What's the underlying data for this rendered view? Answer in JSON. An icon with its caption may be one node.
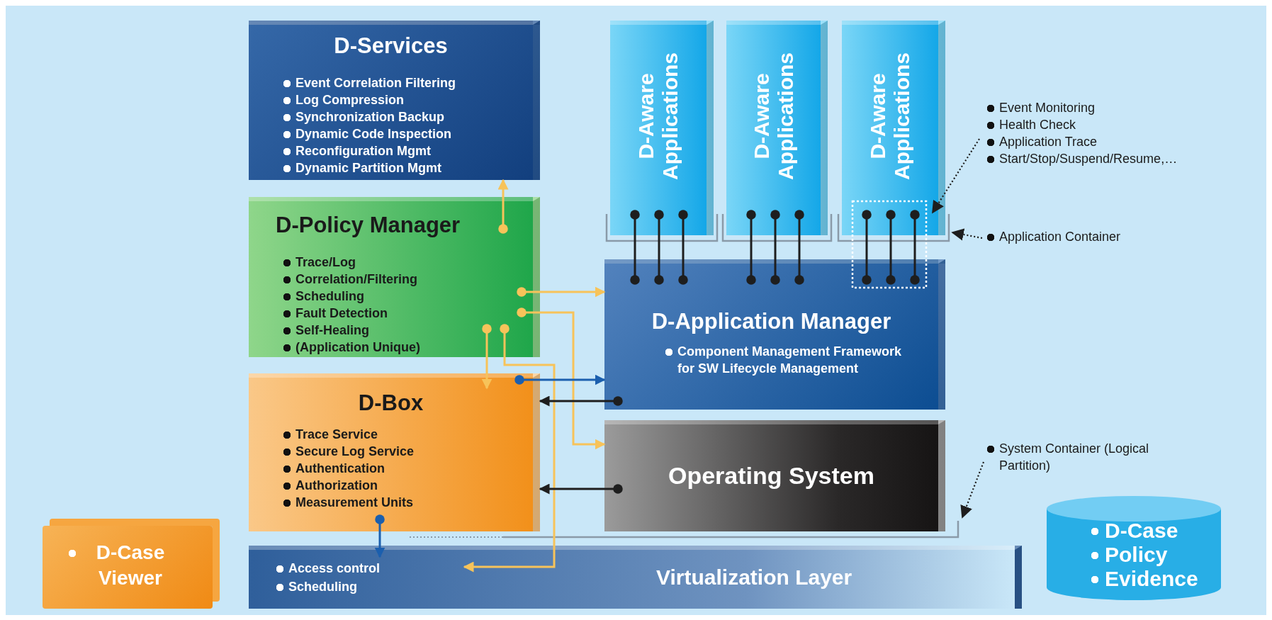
{
  "diagram": {
    "nodes": [
      {
        "text": [
          "D-Services",
          "Event Correlation Filtering",
          "Log Compression",
          "Synchronization Backup",
          "Dynamic Code Inspection",
          "Reconfiguration Mgmt",
          "Dynamic Partition Mgmt"
        ]
      },
      {
        "text": [
          "D-Policy Manager",
          "Trace/Log",
          "Correlation/Filtering",
          "Scheduling",
          "Fault Detection",
          "Self-Healing",
          "(Application Unique)"
        ]
      },
      {
        "text": [
          "D-Box",
          "Trace Service",
          "Secure Log Service",
          "Authentication",
          "Authorization",
          "Measurement Units"
        ]
      },
      {
        "text": [
          "D-Aware Applications"
        ]
      },
      {
        "text": [
          "D-Aware Applications"
        ]
      },
      {
        "text": [
          "D-Aware Applications"
        ]
      },
      {
        "text": [
          "D-Application Manager",
          "Component Management Framework for SW Lifecycle Management"
        ]
      },
      {
        "text": [
          "Operating System"
        ]
      },
      {
        "text": [
          "Virtualization Layer",
          "Access control",
          "Scheduling"
        ]
      },
      {
        "text": [
          "D-Case Viewer"
        ]
      },
      {
        "text": [
          "D-Case",
          "Policy",
          "Evidence"
        ]
      },
      {
        "text": [
          "Event Monitoring",
          "Health Check",
          "Application Trace",
          "Start/Stop/Suspend/Resume,…"
        ]
      },
      {
        "text": [
          "Application Container"
        ]
      },
      {
        "text": [
          "System Container (Logical Partition)"
        ]
      }
    ],
    "edges": [
      {
        "from": 1,
        "to": 0,
        "arrow": "to",
        "color": "#f7c35a"
      },
      {
        "from": 1,
        "to": 6,
        "arrow": "to",
        "color": "#f7c35a"
      },
      {
        "from": 1,
        "to": 7,
        "arrow": "to",
        "color": "#f7c35a"
      },
      {
        "from": 1,
        "to": 2,
        "arrow": "to",
        "color": "#f7c35a"
      },
      {
        "from": 1,
        "to": 8,
        "arrow": "to",
        "color": "#f7c35a"
      },
      {
        "from": 2,
        "to": 6,
        "arrow": "to",
        "color": "#1b5fae"
      },
      {
        "from": 6,
        "to": 2,
        "arrow": "to"
      },
      {
        "from": 7,
        "to": 2,
        "arrow": "to"
      },
      {
        "from": 2,
        "to": 8,
        "arrow": "to",
        "color": "#1b5fae"
      },
      {
        "from": 3,
        "to": 6,
        "arrow": "other"
      },
      {
        "from": 3,
        "to": 6,
        "arrow": "other"
      },
      {
        "from": 3,
        "to": 6,
        "arrow": "other"
      },
      {
        "from": 4,
        "to": 6,
        "arrow": "other"
      },
      {
        "from": 4,
        "to": 6,
        "arrow": "other"
      },
      {
        "from": 4,
        "to": 6,
        "arrow": "other"
      },
      {
        "from": 5,
        "to": 6,
        "arrow": "other"
      },
      {
        "from": 5,
        "to": 6,
        "arrow": "other"
      },
      {
        "from": 5,
        "to": 6,
        "arrow": "other"
      },
      {
        "from": 11,
        "to": 5,
        "arrow": "to",
        "style": "dashed"
      },
      {
        "from": 12,
        "to": 5,
        "arrow": "to",
        "style": "dashed"
      },
      {
        "from": 13,
        "to": 7,
        "arrow": "to",
        "style": "dashed"
      }
    ]
  }
}
